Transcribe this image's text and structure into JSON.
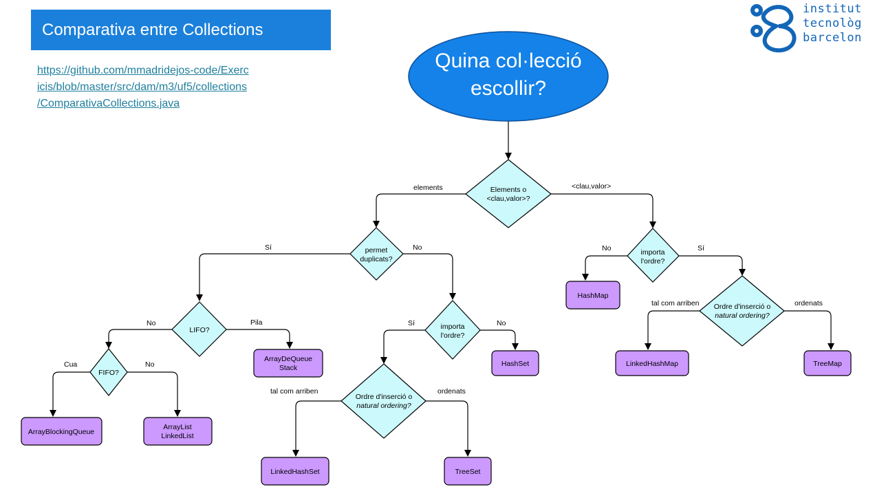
{
  "header": {
    "title": "Comparativa entre Collections",
    "link_line1": "https://github.com/mmadridejos-code/Exerc",
    "link_line2": "icis/blob/master/src/dam/m3/uf5/collections",
    "link_line3": "/ComparativaCollections.java"
  },
  "logo": {
    "line1": "institut",
    "line2": "tecnològ",
    "line3": "barcelon",
    "color": "#1366b8"
  },
  "colors": {
    "start_fill": "#1482e8",
    "decision_fill": "#ccf9fb",
    "result_fill": "#cc99ff",
    "title_fill": "#1b80db"
  },
  "start": {
    "line1": "Quina col·lecció",
    "line2": "escollir?"
  },
  "decisions": {
    "elements_or_kv": {
      "line1": "Elements o",
      "line2": "<clau,valor>?"
    },
    "duplicates": {
      "line1": "permet",
      "line2": "duplicats?"
    },
    "lifo": {
      "line1": "LIFO?"
    },
    "fifo": {
      "line1": "FIFO?"
    },
    "order_set": {
      "line1": "importa",
      "line2": "l'ordre?"
    },
    "insert_set": {
      "line1": "Ordre d'inserció o",
      "line2": "natural ordering?"
    },
    "order_map": {
      "line1": "importa",
      "line2": "l'ordre?"
    },
    "insert_map": {
      "line1": "Ordre d'inserció o",
      "line2": "natural ordering?"
    }
  },
  "results": {
    "array_blocking_queue": {
      "line1": "ArrayBlockingQueue"
    },
    "array_list": {
      "line1": "ArrayList",
      "line2": "LinkedList"
    },
    "array_deque": {
      "line1": "ArrayDeQueue",
      "line2": "Stack"
    },
    "linked_hash_set": {
      "line1": "LinkedHashSet"
    },
    "tree_set": {
      "line1": "TreeSet"
    },
    "hash_set": {
      "line1": "HashSet"
    },
    "hash_map": {
      "line1": "HashMap"
    },
    "linked_hash_map": {
      "line1": "LinkedHashMap"
    },
    "tree_map": {
      "line1": "TreeMap"
    }
  },
  "edge_labels": {
    "elements": "elements",
    "clau_valor": "<clau,valor>",
    "dup_si": "Sí",
    "dup_no": "No",
    "lifo_no": "No",
    "lifo_pila": "Pila",
    "fifo_cua": "Cua",
    "fifo_no": "No",
    "order_set_si": "Sí",
    "order_set_no": "No",
    "insert_set_tal": "tal com arriben",
    "insert_set_ord": "ordenats",
    "order_map_no": "No",
    "order_map_si": "Sí",
    "insert_map_tal": "tal com arriben",
    "insert_map_ord": "ordenats"
  }
}
